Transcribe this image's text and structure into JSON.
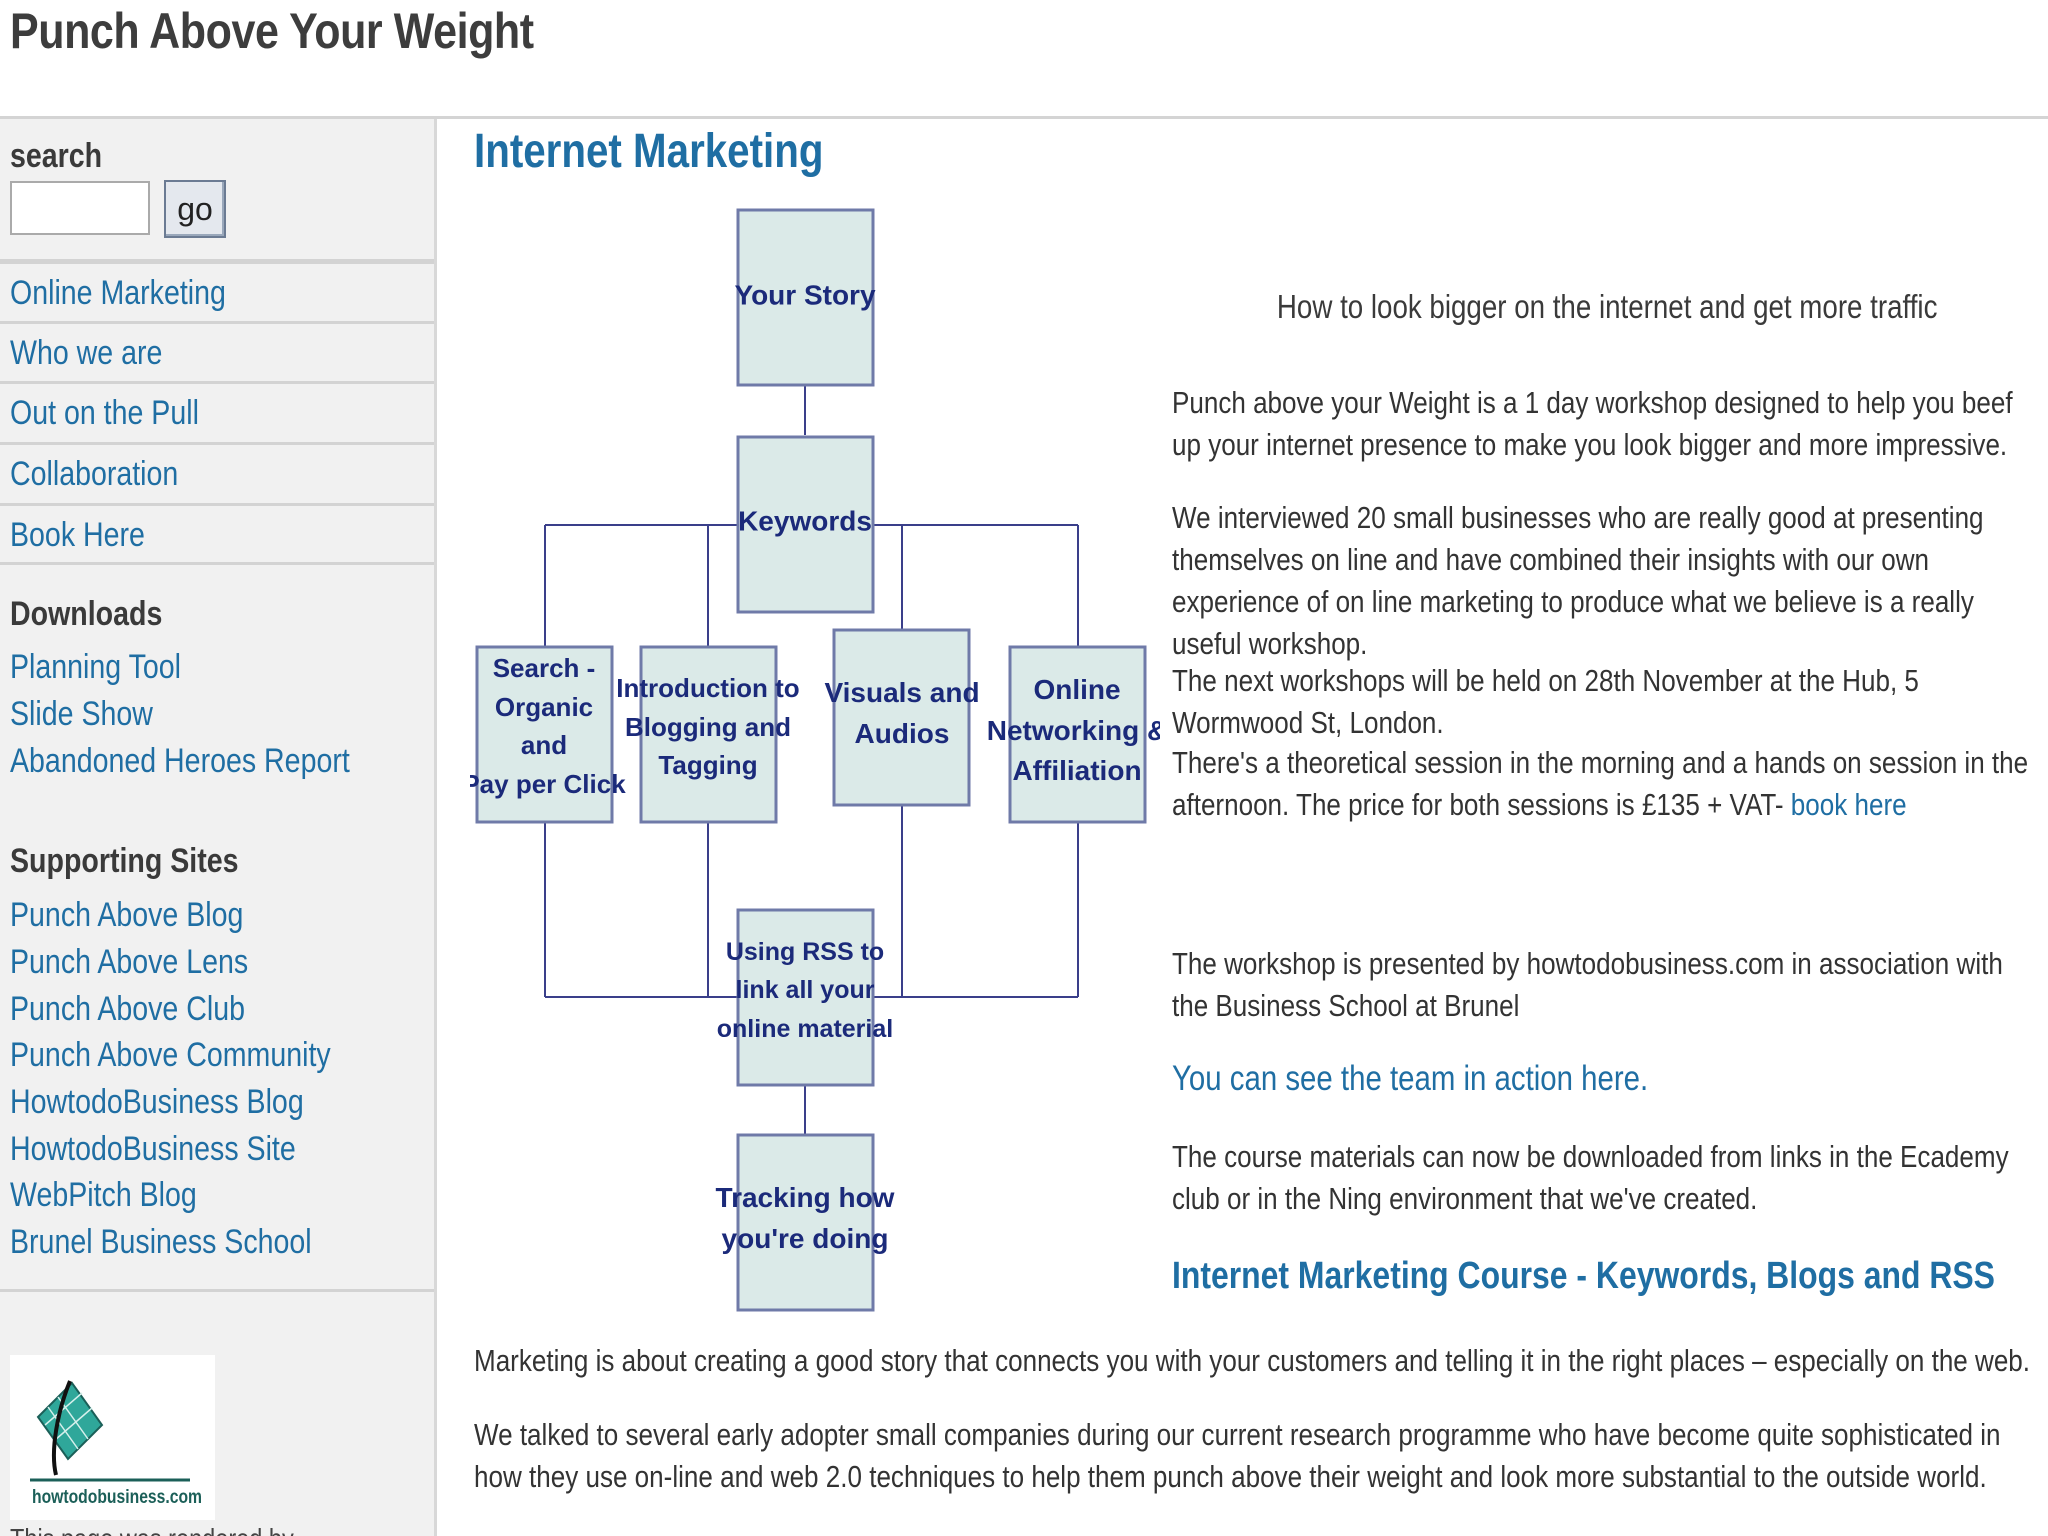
{
  "site": {
    "title": "Punch Above Your Weight"
  },
  "sidebar": {
    "search_label": "search",
    "search_value": "",
    "go_label": "go",
    "nav": [
      "Online Marketing",
      "Who we are",
      "Out on the Pull",
      "Collaboration",
      "Book Here"
    ],
    "downloads_heading": "Downloads",
    "downloads": [
      "Planning Tool",
      "Slide Show",
      "Abandoned Heroes Report"
    ],
    "supporting_heading": "Supporting Sites",
    "supporting": [
      "Punch Above Blog",
      "Punch Above Lens",
      "Punch Above Club",
      "Punch Above Community",
      "HowtodoBusiness Blog",
      "HowtodoBusiness Site",
      "WebPitch Blog",
      "Brunel Business School"
    ],
    "logo_text": "howtodobusiness.com",
    "partial_text": "This page was rendered by"
  },
  "main": {
    "title": "Internet Marketing",
    "diagram": {
      "your_story": "Your Story",
      "keywords": "Keywords",
      "search": [
        "Search -",
        "Organic",
        "and",
        "Pay per Click"
      ],
      "blogging": [
        "Introduction to",
        "Blogging and",
        "Tagging"
      ],
      "visuals": [
        "Visuals and",
        "Audios"
      ],
      "networking": [
        "Online",
        "Networking &",
        "Affiliation"
      ],
      "rss": [
        "Using RSS to",
        "link all your",
        "online material"
      ],
      "tracking": [
        "Tracking how",
        "you're doing"
      ]
    },
    "subtitle": "How to look bigger on the internet and get more traffic",
    "para1": "Punch above your Weight is a 1 day workshop designed to help you beef up your internet presence to make you look bigger and more impressive.",
    "para2": "We interviewed 20 small businesses who are really good at presenting themselves on line and have combined their insights with our own experience of on line marketing to produce what we believe is a really useful workshop.",
    "para3": "The next workshops will be held on 28th November at the Hub, 5 Wormwood St, London.",
    "para4": "There's a theoretical session in the morning and a hands on session in the afternoon. The price for both sessions is £135 + VAT-",
    "book_link": "book here",
    "para5": "The workshop is presented by howtodobusiness.com in association with the Business School at Brunel",
    "team_link": "You can see the team in action here.",
    "para6": "The course materials can now be downloaded from links in the Ecademy club or in the Ning environment that we've created.",
    "course_link": "Internet Marketing Course - Keywords, Blogs and RSS",
    "bottom1": "Marketing is about creating a good story that connects you with your customers and telling it in the right places – especially on the web.",
    "bottom2": "We talked to several early adopter small companies during our current research programme who have become quite sophisticated in how they use on-line and web 2.0 techniques to help them punch above their weight and look more substantial to the outside world."
  },
  "colors": {
    "link": "#1f6ea3",
    "box_fill": "#dbeae8",
    "box_stroke": "#6f7aa8",
    "box_text": "#1b2a7a"
  }
}
